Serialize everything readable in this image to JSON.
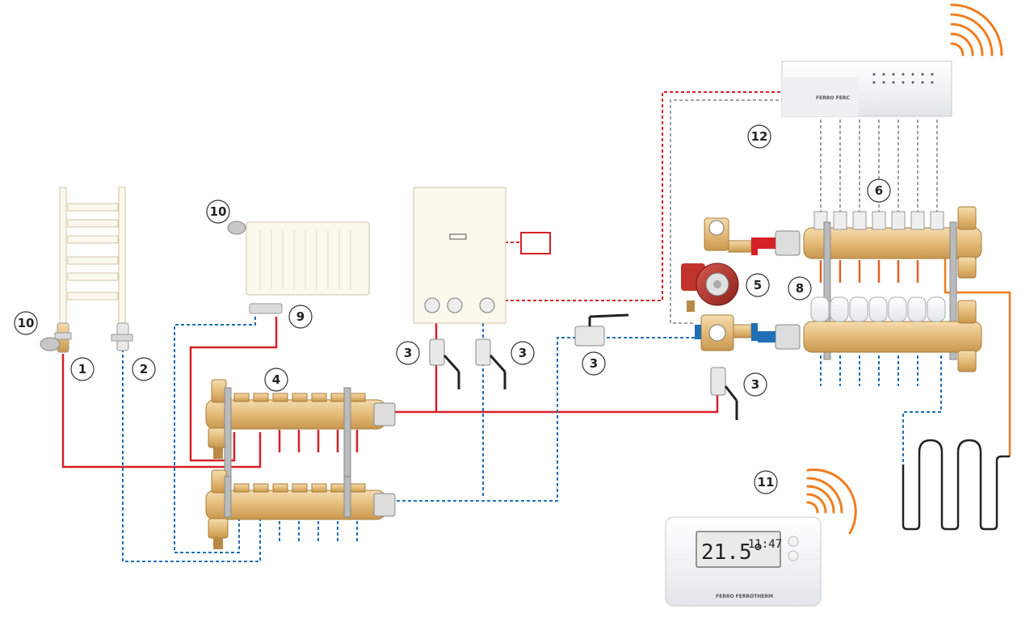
{
  "colors": {
    "supply": "#d62027",
    "return": "#1f6fb5",
    "control_red": "#d62027",
    "control_gray": "#9a9a9a",
    "brass": "#e8c489",
    "brass_dark": "#b88a46",
    "wireless": "#f07d20"
  },
  "callouts": [
    {
      "id": "c1",
      "label": "1"
    },
    {
      "id": "c2",
      "label": "2"
    },
    {
      "id": "c3a",
      "label": "3"
    },
    {
      "id": "c3b",
      "label": "3"
    },
    {
      "id": "c3c",
      "label": "3"
    },
    {
      "id": "c3d",
      "label": "3"
    },
    {
      "id": "c4",
      "label": "4"
    },
    {
      "id": "c5",
      "label": "5"
    },
    {
      "id": "c6",
      "label": "6"
    },
    {
      "id": "c8",
      "label": "8"
    },
    {
      "id": "c9",
      "label": "9"
    },
    {
      "id": "c10a",
      "label": "10"
    },
    {
      "id": "c10b",
      "label": "10"
    },
    {
      "id": "c11",
      "label": "11"
    },
    {
      "id": "c12",
      "label": "12"
    }
  ],
  "controller": {
    "brand": "FERRO FERC"
  },
  "thermostat": {
    "temperature": "21.5°",
    "time": "11:47",
    "brand": "FERRO FERROTHERM"
  },
  "icons": [
    "wireless-signal-icon",
    "thermostat-icon",
    "boiler-icon",
    "pump-icon"
  ]
}
